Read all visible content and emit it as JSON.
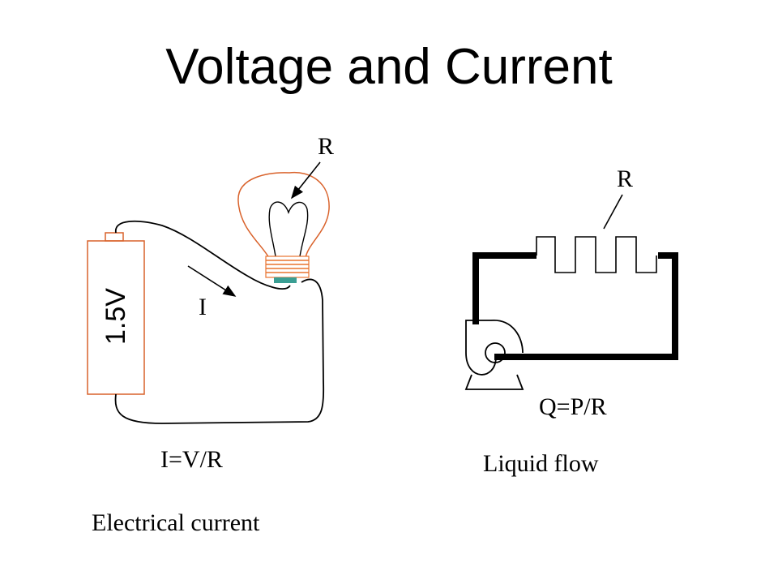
{
  "slide": {
    "title": "Voltage and Current"
  },
  "electrical": {
    "bulb_resistance_label": "R",
    "current_label": "I",
    "battery_voltage": "1.5V",
    "formula": "I=V/R",
    "caption": "Electrical current"
  },
  "fluid": {
    "resistance_label": "R",
    "formula": "Q=P/R",
    "caption": "Liquid flow"
  },
  "colors": {
    "battery_outline": "#d9622b",
    "bulb_outline": "#d9622b",
    "bulb_base": "#e8732e",
    "bulb_contact": "#3a9e93",
    "wire": "#000000"
  }
}
